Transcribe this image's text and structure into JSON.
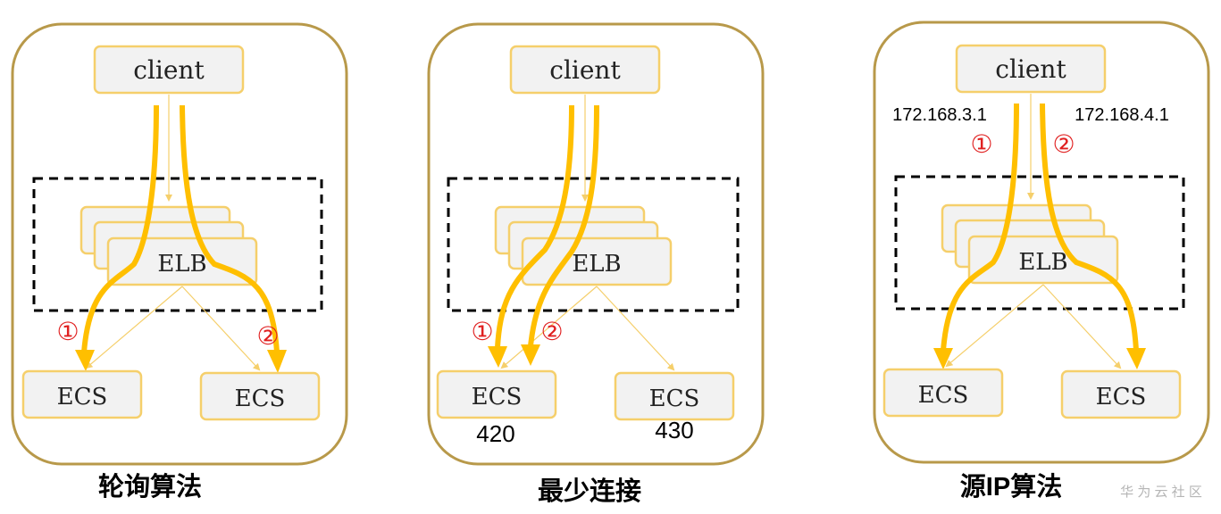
{
  "panels": [
    {
      "client_label": "client",
      "elb_label": "ELB",
      "ecs_left_label": "ECS",
      "ecs_right_label": "ECS",
      "marker_1": "①",
      "marker_2": "②",
      "caption": "轮询算法"
    },
    {
      "client_label": "client",
      "elb_label": "ELB",
      "ecs_left_label": "ECS",
      "ecs_right_label": "ECS",
      "marker_1": "①",
      "marker_2": "②",
      "ecs_left_count": "420",
      "ecs_right_count": "430",
      "caption": "最少连接"
    },
    {
      "client_label": "client",
      "elb_label": "ELB",
      "ecs_left_label": "ECS",
      "ecs_right_label": "ECS",
      "marker_1": "①",
      "marker_2": "②",
      "ip_1": "172.168.3.1",
      "ip_2": "172.168.4.1",
      "caption": "源IP算法"
    }
  ],
  "watermark": "华 为 云 社 区",
  "colors": {
    "panel_border": "#b8994a",
    "box_border": "#f5cf6b",
    "box_fill": "#f2f2f2",
    "flow_arrow": "#ffbf00",
    "thin_arrow": "#f5cf6b",
    "marker": "#e02020",
    "dashed": "#000000"
  }
}
